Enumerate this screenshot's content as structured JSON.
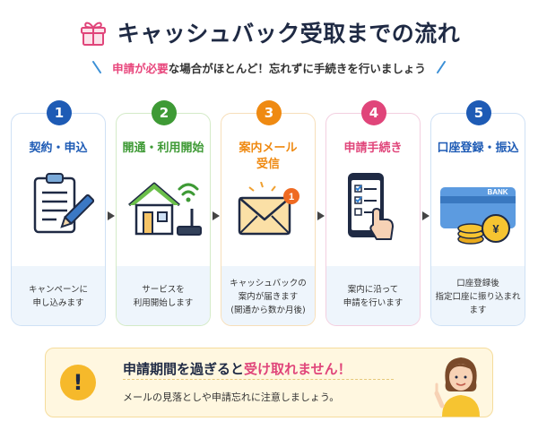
{
  "header": {
    "title": "キャッシュバック受取までの流れ",
    "subtitle_accent": "申請が必要",
    "subtitle_rest": "な場合がほとんど！忘れずに手続きを行いましょう"
  },
  "steps": [
    {
      "number": "1",
      "title": "契約・申込",
      "desc": [
        "キャンペーンに",
        "申し込みます"
      ],
      "icon": "clipboard-pen-icon",
      "color": "#1e5bb5"
    },
    {
      "number": "2",
      "title": "開通・利用開始",
      "desc": [
        "サービスを",
        "利用開始します"
      ],
      "icon": "house-wifi-icon",
      "color": "#3e9a35"
    },
    {
      "number": "3",
      "title_lines": [
        "案内メール",
        "受信"
      ],
      "desc": [
        "キャッシュバックの",
        "案内が届きます",
        "(開通から数か月後)"
      ],
      "icon": "envelope-icon",
      "color": "#ef8a12",
      "notification_count": "1"
    },
    {
      "number": "4",
      "title": "申請手続き",
      "desc": [
        "案内に沿って",
        "申請を行います"
      ],
      "icon": "smartphone-checklist-icon",
      "color": "#e0457a"
    },
    {
      "number": "5",
      "title": "口座登録・振込",
      "desc": [
        "口座登録後",
        "指定口座に振り込まれ",
        "ます"
      ],
      "icon": "bank-card-coins-icon",
      "color": "#1e5bb5",
      "card_label": "BANK",
      "coin_symbol": "¥"
    }
  ],
  "notice": {
    "icon_symbol": "!",
    "title_a": "申請期間を過ぎると",
    "title_b": "受け取れません！",
    "text": "メールの見落としや申請忘れに注意しましょう。"
  }
}
